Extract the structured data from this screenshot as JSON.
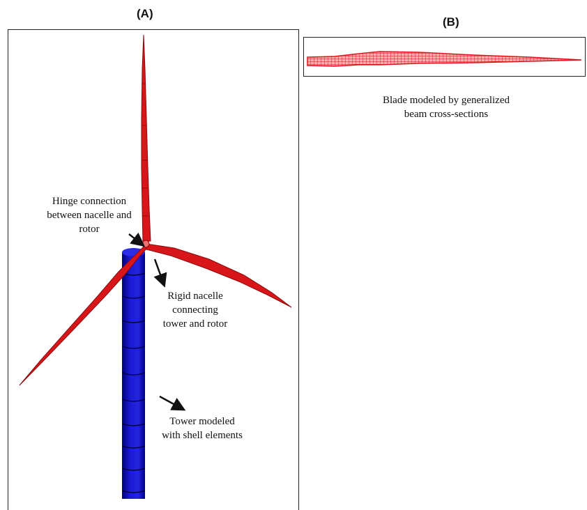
{
  "panels": {
    "a": {
      "label": "(A)"
    },
    "b": {
      "label": "(B)"
    }
  },
  "annotations": {
    "hinge": [
      "Hinge connection",
      "between nacelle and",
      "rotor"
    ],
    "nacelle": [
      "Rigid nacelle",
      "connecting",
      "tower and rotor"
    ],
    "tower": [
      "Tower modeled",
      "with shell elements"
    ],
    "blade": [
      "Blade modeled by generalized",
      "beam cross-sections"
    ]
  },
  "colors": {
    "blade": "#d8161a",
    "blade_dark": "#8c0a0c",
    "tower": "#1a1ad2",
    "tower_dark": "#00007a",
    "frame": "#222222",
    "arrow": "#111111"
  }
}
